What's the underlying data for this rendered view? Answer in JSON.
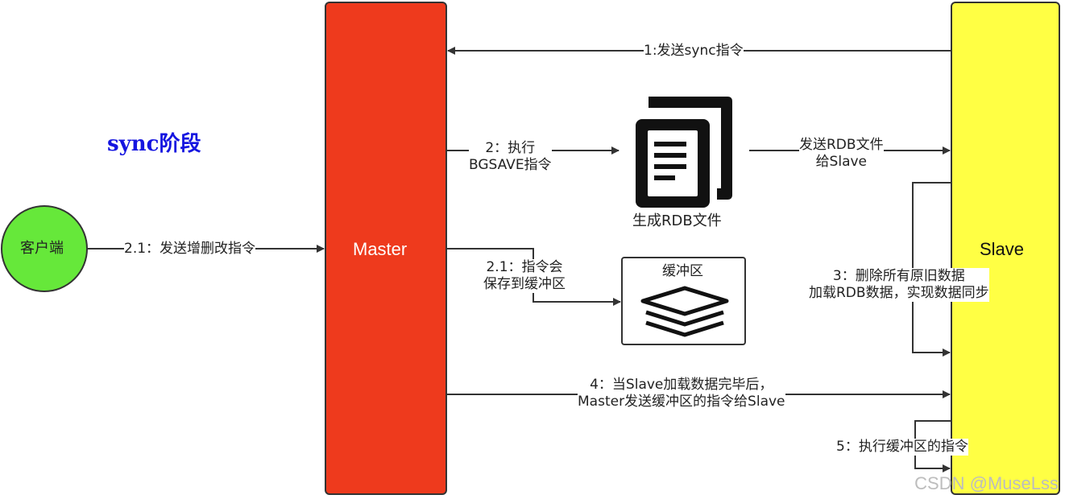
{
  "title": "sync阶段",
  "nodes": {
    "master": "Master",
    "slave": "Slave",
    "client": "客户端",
    "rdb_file": "生成RDB文件",
    "buffer": "缓冲区"
  },
  "edges": {
    "step1": "1:发送sync指令",
    "step2_l1": "2：执行",
    "step2_l2": "BGSAVE指令",
    "send_rdb_l1": "发送RDB文件",
    "send_rdb_l2": "给Slave",
    "client_cmd": "2.1：发送增删改指令",
    "buffer_l1": "2.1：指令会",
    "buffer_l2": "保存到缓冲区",
    "step3_l1": "3：删除所有原旧数据",
    "step3_l2": "加载RDB数据，实现数据同步",
    "step4_l1": "4：当Slave加载数据完毕后，",
    "step4_l2": "Master发送缓冲区的指令给Slave",
    "step5": "5：执行缓冲区的指令"
  },
  "colors": {
    "master": "#ee3a1d",
    "slave": "#ffff44",
    "client": "#66e83a",
    "title": "#1515e0"
  },
  "icons": {
    "rdb_file": "document-stack-icon",
    "buffer": "layers-icon"
  },
  "watermark": "CSDN @MuseLss"
}
